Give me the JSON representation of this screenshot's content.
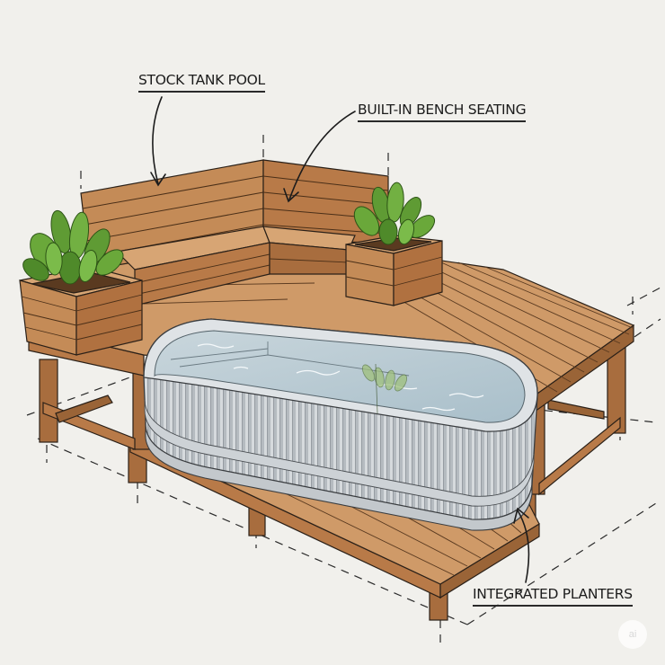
{
  "illustration": {
    "subject": "Deck with stock tank pool, built-in bench seating and integrated planters",
    "colors": {
      "background": "#f1f0ec",
      "wood_light": "#cf9a68",
      "wood_mid": "#b87a48",
      "wood_dark": "#8d5a32",
      "line": "#2a2018",
      "steel_light": "#d9dde0",
      "steel_mid": "#aeb4b9",
      "steel_dark": "#858c92",
      "water": "#b9cbd4",
      "foliage": "#5f9b34",
      "foliage_dark": "#3d6e1f"
    }
  },
  "callouts": [
    {
      "id": "stock-tank-pool",
      "label": "STOCK TANK POOL"
    },
    {
      "id": "built-in-bench-seating",
      "label": "BUILT-IN BENCH SEATING"
    },
    {
      "id": "integrated-planters",
      "label": "INTEGRATED PLANTERS"
    }
  ],
  "watermark": {
    "glyph": "ai"
  }
}
